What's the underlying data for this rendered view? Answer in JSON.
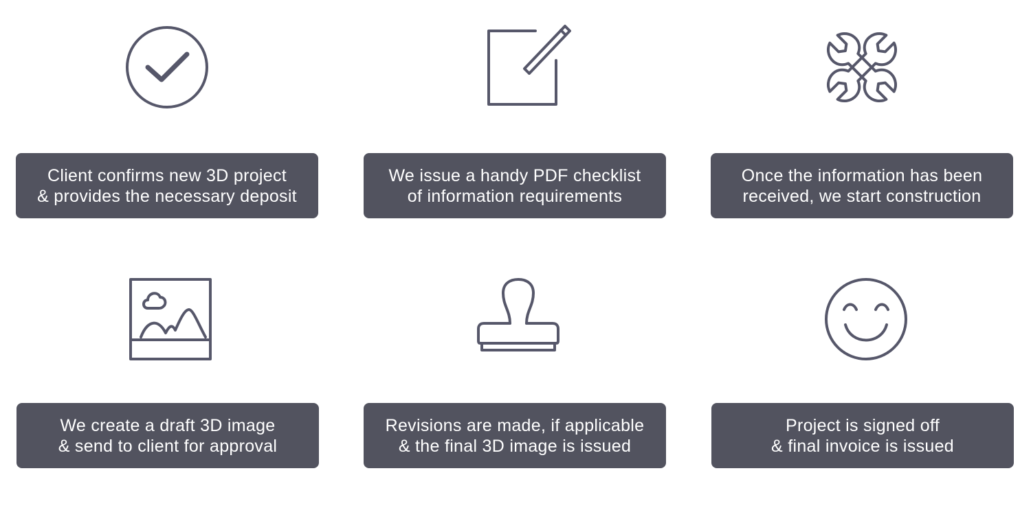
{
  "steps": [
    {
      "icon": "check-circle-icon",
      "line1": "Client confirms new 3D project",
      "line2": "& provides the necessary deposit"
    },
    {
      "icon": "pencil-note-icon",
      "line1": "We issue a handy PDF checklist",
      "line2": "of information requirements"
    },
    {
      "icon": "crossed-wrenches-icon",
      "line1": "Once the information has been",
      "line2": "received, we start construction"
    },
    {
      "icon": "landscape-image-icon",
      "line1": "We create a draft 3D image",
      "line2": "& send to client for approval"
    },
    {
      "icon": "rubber-stamp-icon",
      "line1": "Revisions are made, if applicable",
      "line2": "& the final 3D image is issued"
    },
    {
      "icon": "smiley-face-icon",
      "line1": "Project is signed off",
      "line2": "& final invoice is issued"
    }
  ],
  "colors": {
    "label_bg": "#52535f",
    "icon_stroke": "#56576a",
    "label_text": "#ffffff"
  }
}
